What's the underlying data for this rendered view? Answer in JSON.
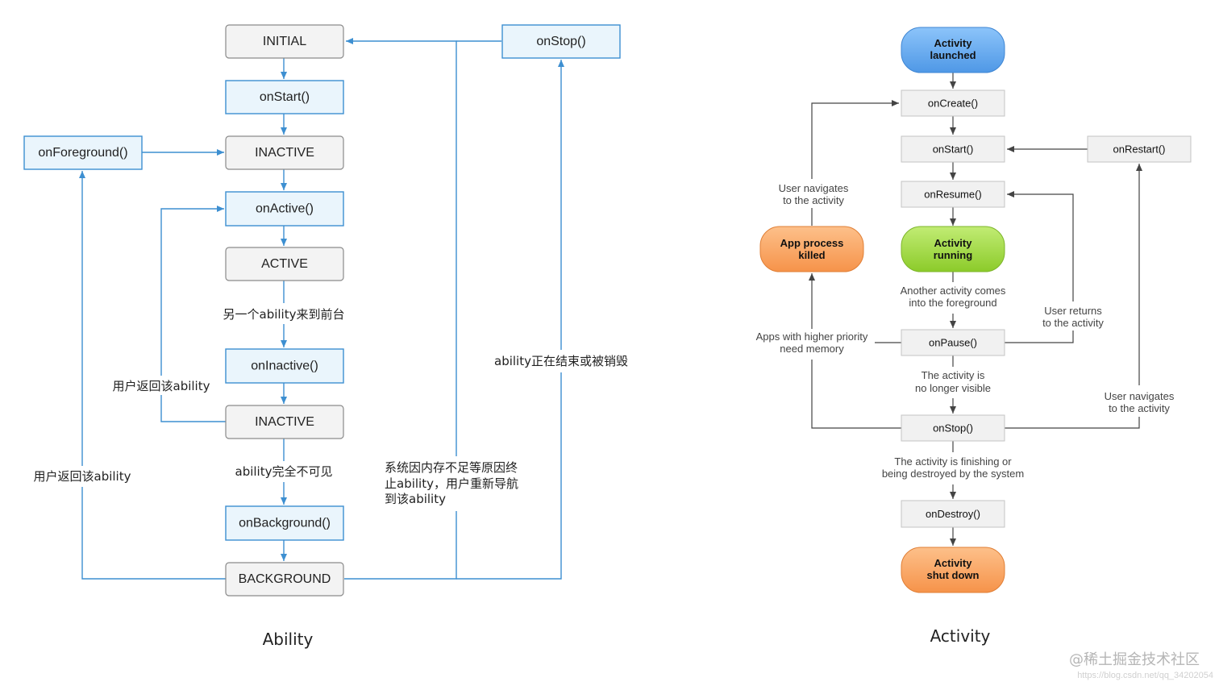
{
  "ability": {
    "caption": "Ability",
    "states": {
      "initial": "INITIAL",
      "on_start": "onStart()",
      "inactive1": "INACTIVE",
      "on_active": "onActive()",
      "active": "ACTIVE",
      "on_inactive": "onInactive()",
      "inactive2": "INACTIVE",
      "on_background": "onBackground()",
      "background": "BACKGROUND",
      "on_foreground": "onForeground()",
      "on_stop": "onStop()"
    },
    "notes": {
      "another_foreground": "另一个ability来到前台",
      "user_returns_inner": "用户返回该ability",
      "fully_invisible": "ability完全不可见",
      "user_returns_outer": "用户返回该ability",
      "system_kill_line1": "系统因内存不足等原因终",
      "system_kill_line2": "止ability，用户重新导航",
      "system_kill_line3": "到该ability",
      "finishing": "ability正在结束或被销毁"
    }
  },
  "activity": {
    "caption": "Activity",
    "pills": {
      "launched_line1": "Activity",
      "launched_line2": "launched",
      "running_line1": "Activity",
      "running_line2": "running",
      "killed_line1": "App process",
      "killed_line2": "killed",
      "shutdown_line1": "Activity",
      "shutdown_line2": "shut down"
    },
    "callbacks": {
      "on_create": "onCreate()",
      "on_start": "onStart()",
      "on_resume": "onResume()",
      "on_pause": "onPause()",
      "on_stop": "onStop()",
      "on_destroy": "onDestroy()",
      "on_restart": "onRestart()"
    },
    "notes": {
      "user_navigates_line1": "User navigates",
      "user_navigates_line2": "to the activity",
      "another_activity_line1": "Another activity comes",
      "another_activity_line2": "into the foreground",
      "user_returns_line1": "User returns",
      "user_returns_line2": "to the activity",
      "higher_priority_line1": "Apps with higher priority",
      "higher_priority_line2": "need memory",
      "no_longer_visible_line1": "The activity is",
      "no_longer_visible_line2": "no longer visible",
      "user_navigates2_line1": "User navigates",
      "user_navigates2_line2": "to the activity",
      "finishing_line1": "The activity is finishing or",
      "finishing_line2": "being destroyed by the system"
    }
  },
  "watermark": {
    "main": "@稀土掘金技术社区",
    "sub": "https://blog.csdn.net/qq_34202054"
  },
  "colors": {
    "ability_line": "#3d8fd1",
    "launched": "#5fa8f0",
    "running": "#9ad33c",
    "orange": "#f9a564"
  }
}
